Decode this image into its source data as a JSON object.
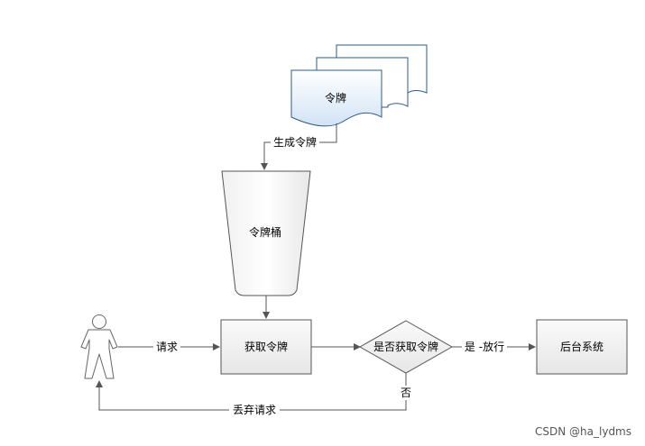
{
  "nodes": {
    "token_docs": "令牌",
    "token_bucket": "令牌桶",
    "get_token": "获取令牌",
    "decision": "是否获取令牌",
    "backend": "后台系统"
  },
  "edges": {
    "generate": "生成令牌",
    "request": "请求",
    "yes_pass": "是 -放行",
    "no": "否",
    "discard": "丢弃请求"
  },
  "watermark": "CSDN @ha_lydms",
  "colors": {
    "doc_fill_top": "#ffffff",
    "doc_fill_bottom": "#d9e8f7",
    "doc_stroke": "#2e5c8a",
    "box_fill": "#f2f2f2",
    "stroke": "#555555"
  }
}
